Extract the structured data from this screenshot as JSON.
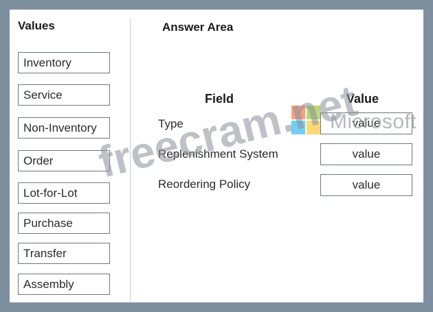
{
  "values": {
    "title": "Values",
    "items": [
      "Inventory",
      "Service",
      "Non-Inventory",
      "Order",
      "Lot-for-Lot",
      "Purchase",
      "Transfer",
      "Assembly"
    ]
  },
  "answer": {
    "title": "Answer Area",
    "field_header": "Field",
    "value_header": "Value",
    "rows": [
      {
        "field": "Type",
        "value": "value"
      },
      {
        "field": "Replenishment System",
        "value": "value"
      },
      {
        "field": "Reordering Policy",
        "value": "value"
      }
    ]
  },
  "watermark": {
    "logo_text": "Microsoft",
    "site_text": "freecram.net",
    "logo_colors": [
      "#f25022",
      "#7fba00",
      "#00a4ef",
      "#ffb900"
    ]
  }
}
